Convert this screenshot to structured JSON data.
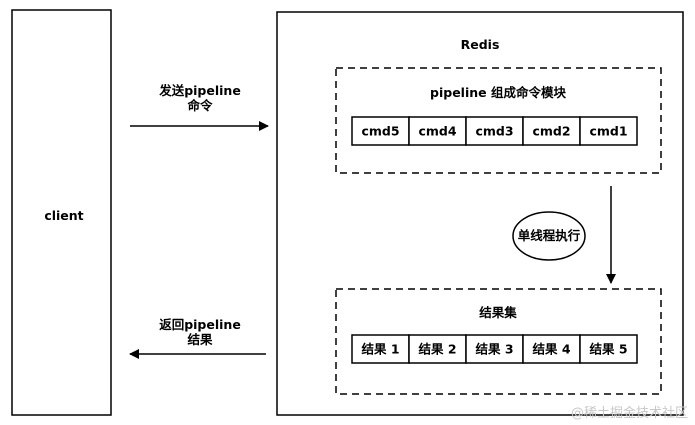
{
  "client": {
    "label": "client"
  },
  "redis": {
    "label": "Redis"
  },
  "send_arrow": {
    "line1": "发送pipeline",
    "line2": "命令"
  },
  "return_arrow": {
    "line1": "返回pipeline",
    "line2": "结果"
  },
  "pipeline_group": {
    "title": "pipeline 组成命令模块",
    "cells": [
      "cmd5",
      "cmd4",
      "cmd3",
      "cmd2",
      "cmd1"
    ]
  },
  "exec": {
    "label": "单线程执行"
  },
  "result_group": {
    "title": "结果集",
    "cells": [
      "结果 1",
      "结果 2",
      "结果 3",
      "结果 4",
      "结果 5"
    ]
  },
  "watermark": "@稀土掘金技术社区"
}
